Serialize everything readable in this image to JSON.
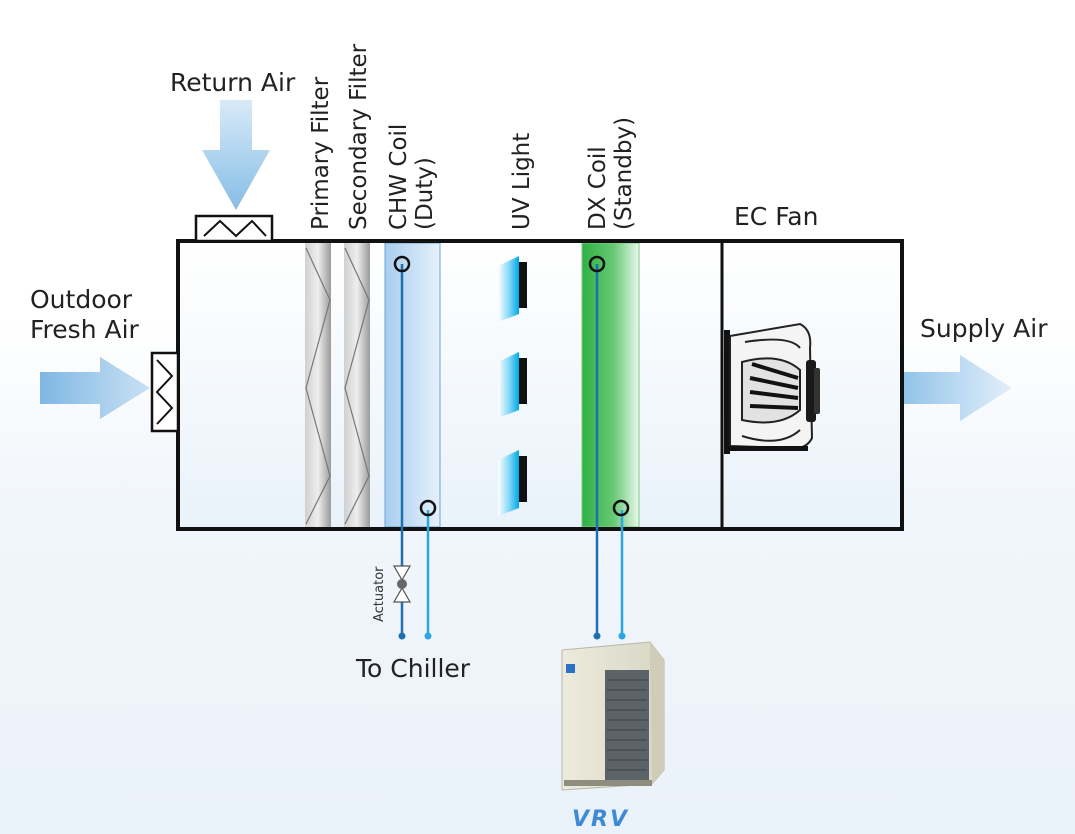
{
  "labels": {
    "return_air": "Return Air",
    "outdoor_fresh_air_line1": "Outdoor",
    "outdoor_fresh_air_line2": "Fresh Air",
    "supply_air": "Supply Air",
    "primary_filter": "Primary Filter",
    "secondary_filter": "Secondary Filter",
    "chw_coil_line1": "CHW Coil",
    "chw_coil_line2": "(Duty)",
    "uv_light": "UV Light",
    "dx_coil_line1": "DX Coil",
    "dx_coil_line2": "(Standby)",
    "ec_fan": "EC Fan",
    "actuator": "Actuator",
    "to_chiller": "To Chiller",
    "vrv": "VRV"
  },
  "colors": {
    "frame": "#111111",
    "pipe_dark": "#1c6fb0",
    "pipe_light": "#2aa7e0",
    "chw_coil": "#b9d6f0",
    "dx_coil": "#39b84a",
    "uv_lamp": "#1fb6ee",
    "air_arrow": "#9cc9ea"
  },
  "icons": {
    "return_air_arrow": "down-arrow-icon",
    "fresh_air_arrow": "right-arrow-icon",
    "supply_air_arrow": "right-arrow-icon",
    "damper": "damper-icon",
    "ec_fan": "fan-icon",
    "actuator_valve": "valve-icon",
    "vrv_unit": "outdoor-unit-icon"
  }
}
